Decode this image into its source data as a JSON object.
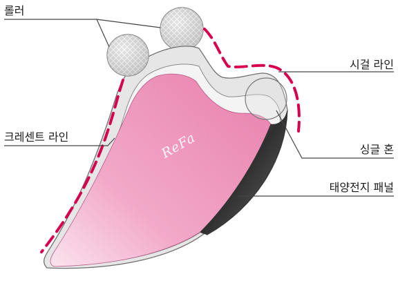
{
  "labels": {
    "roller": "롤러",
    "sizzle_line": "시걸 라인",
    "crescent_line": "크레센트 라인",
    "single_horn": "싱글 혼",
    "solar_panel": "태양전지 패널"
  },
  "brand_logo": "ReFa",
  "colors": {
    "accent_dash": "#d6004f",
    "body_pink": "#ec8fb6",
    "body_pink_light": "#f7cfe0",
    "frame_gray": "#d4d4d4",
    "solar_dark": "#3d3d3d",
    "roller_gray": "#bdbdbd",
    "leader_line": "#444444"
  }
}
